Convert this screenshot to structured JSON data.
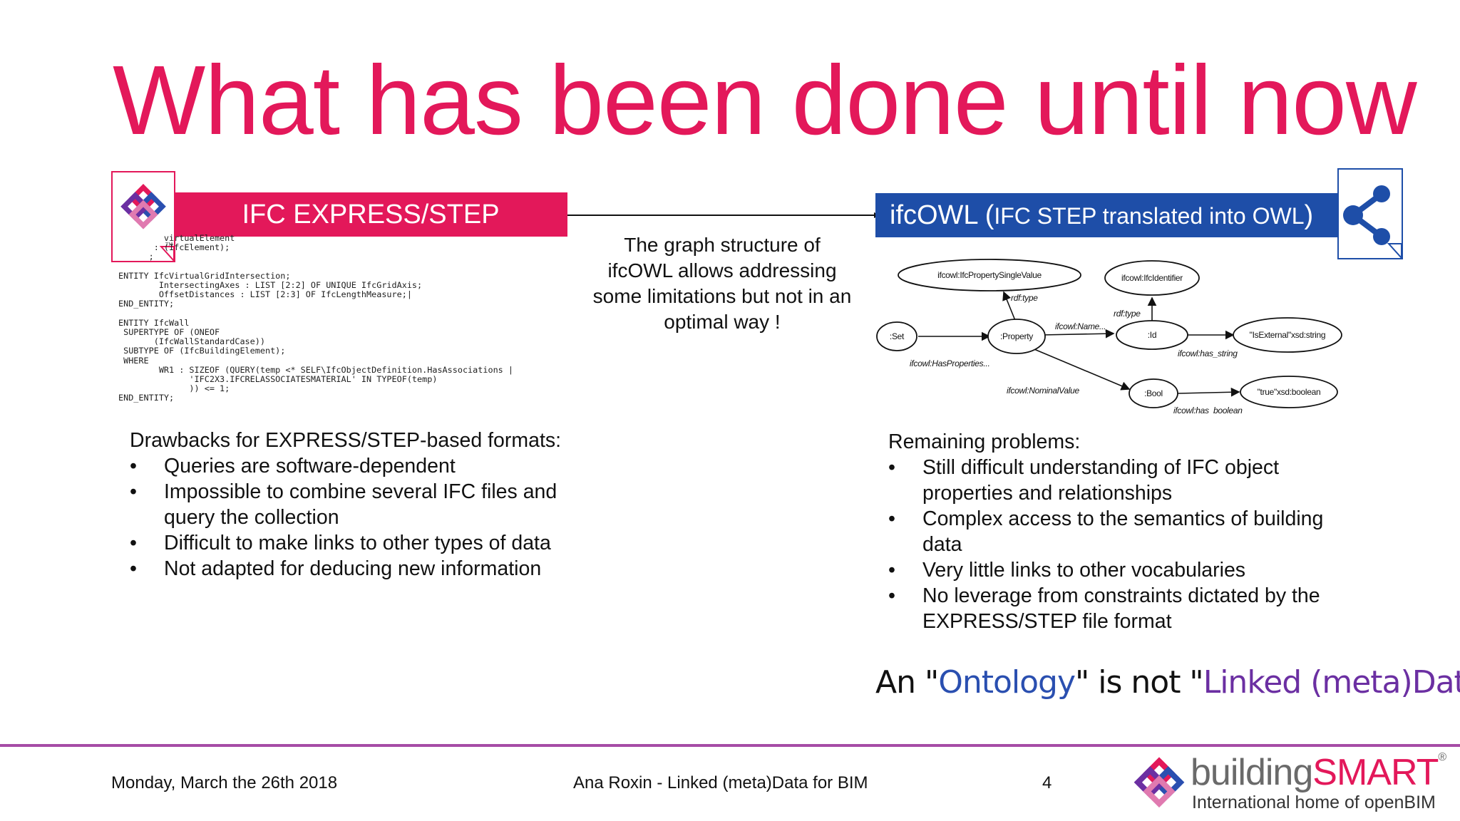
{
  "title": "What has been done until now",
  "left_header": "IFC EXPRESS/STEP",
  "right_header": {
    "main": "ifcOWL (",
    "sub": "IFC STEP translated into OWL",
    "close": ")"
  },
  "code_lines": [
    "         virtualElement",
    "       : (IfcElement);",
    "      ;",
    "",
    "ENTITY IfcVirtualGridIntersection;",
    "        IntersectingAxes : LIST [2:2] OF UNIQUE IfcGridAxis;",
    "        OffsetDistances : LIST [2:3] OF IfcLengthMeasure;|",
    "END_ENTITY;",
    "",
    "ENTITY IfcWall",
    " SUPERTYPE OF (ONEOF",
    "       (IfcWallStandardCase))",
    " SUBTYPE OF (IfcBuildingElement);",
    " WHERE",
    "        WR1 : SIZEOF (QUERY(temp <* SELF\\IfcObjectDefinition.HasAssociations |",
    "              'IFC2X3.IFCRELASSOCIATESMATERIAL' IN TYPEOF(temp)",
    "              )) <= 1;",
    "END_ENTITY;"
  ],
  "middle_text": "The graph structure of ifcOWL allows addressing some limitations but not in an optimal way !",
  "graph": {
    "nodes": {
      "psv": "ifcowl:IfcPropertySingleValue",
      "ident": "ifcowl:IfcIdentifier",
      "set": ":Set",
      "property": ":Property",
      "id": ":Id",
      "isext": "\"IsExternal\"xsd:string",
      "bool": ":Bool",
      "truebool": "\"true\"xsd:boolean"
    },
    "edges": {
      "rdftype1": "rdf:type",
      "rdftype2": "rdf:type",
      "name": "ifcowl:Name...",
      "hasprops": "ifcowl:HasProperties...",
      "hasstring": "ifcowl:has_string",
      "nominal": "ifcowl:NominalValue",
      "hasbool": "ifcowl:has_boolean"
    }
  },
  "left_block": {
    "heading": "Drawbacks for EXPRESS/STEP-based formats:",
    "items": [
      "Queries are software-dependent",
      "Impossible to combine several IFC files and query the collection",
      "Difficult to make links to other types of data",
      "Not adapted for deducing new information"
    ]
  },
  "right_block": {
    "heading": "Remaining problems:",
    "items": [
      "Still difficult understanding of IFC object properties and relationships",
      "Complex access to the semantics of building data",
      "Very little links to other vocabularies",
      "No leverage from constraints dictated by the EXPRESS/STEP file format"
    ]
  },
  "quote": {
    "p1": "An \"",
    "p2": "Ontology",
    "p3": "\" is not \"",
    "p4": "Linked (meta)Data",
    "p5": "\"..."
  },
  "footer": {
    "date": "Monday, March the 26th 2018",
    "center": "Ana Roxin - Linked (meta)Data for BIM",
    "page": "4"
  },
  "brand": {
    "word1": "building",
    "word2": "SMART",
    "reg": "®",
    "tagline": "International home of openBIM"
  },
  "colors": {
    "accent": "#e3185a",
    "blue": "#1e4ea8",
    "footer_line": "#a64ca6"
  }
}
